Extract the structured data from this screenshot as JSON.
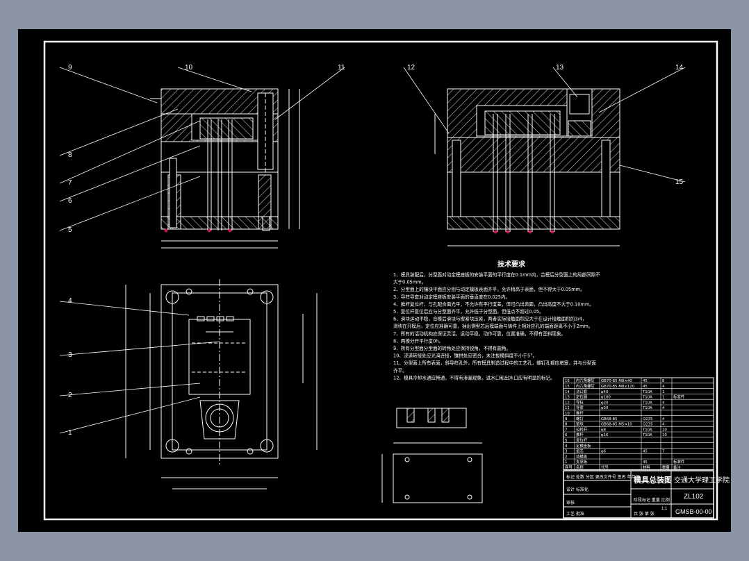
{
  "drawing": {
    "callouts_front": [
      "9",
      "10",
      "11",
      "8",
      "7",
      "6",
      "5"
    ],
    "callouts_side": [
      "12",
      "13",
      "14",
      "15"
    ],
    "callouts_top": [
      "4",
      "3",
      "2",
      "1"
    ],
    "tech_title": "技术要求",
    "tech_lines": [
      "1、模具装配后，分型面对动定模座板的安装平面的平行度在0.1mm内，合模后分型面上的局部间隙不",
      "大于0.05mm。",
      "2、分型面上的镶块平面应分别与动定模板表面齐平，允许稍高于表面，但不得大于0.05mm。",
      "3、导柱导套对动定模座板安装平面的垂直度在0.025内。",
      "4、推杆复位杆，与孔配合面光平，不允许有平行度差，但可凸出表面，凸出高度不大于0.10mm。",
      "5、复位杆复位后应与分型面齐平，允许低于分型面，但低点不超过0.05。",
      "6、滑块运动平稳，合模后滑块与楔紧块压紧，两者实际接触面积应大于在设计接触面积的3/4，",
      "滑块在开模后，定位应准确可靠，抽出侧型芯后模端面与铸件上相对应孔的端面距离不小于2mm。",
      "7、所有的活动机构应保证灵活，运动平稳，动作可靠，位置准确，不得有歪斜现象。",
      "8、两模分开平行度0h。",
      "9、所有分型面分型面的转角处应保持锐角，不得有圆角。",
      "10、浇道转接处应光滑连接，镶拼处应密合，未注拔模斜度不小于5°。",
      "11、分型面上所有表面，斜导柱孔外，所有模具制造过程中的工艺孔，螺钉孔都应堵塞，并与分型面",
      "齐平。",
      "12、模具冷却水通应畅通，不得有渗漏现象，进水口和出水口应有明显的标记。"
    ],
    "title_block": {
      "drawing_name": "模具总装图",
      "school": "交通大学理工学院",
      "code": "ZL102",
      "number": "GMSB-00-00",
      "row_a": "标记 处数 分区 更改文件号 签名 年月日",
      "row_b": "设计 标准化",
      "row_c": "阶段标记 重量 比例",
      "row_d": "共 张 第 张",
      "scale": "1:1",
      "row_e": "审核",
      "row_f": "工艺 批准"
    },
    "bom_rows": [
      [
        "16",
        "内六角螺钉",
        "GB70-85 M8×40",
        "45",
        "8",
        ""
      ],
      [
        "15",
        "内六角螺钉",
        "GB70-85 M8×120",
        "45",
        "4",
        ""
      ],
      [
        "14",
        "浇口套",
        "φ40",
        "T10A",
        "1",
        ""
      ],
      [
        "13",
        "定位圈",
        "φ100",
        "T10A",
        "1",
        "标准件"
      ],
      [
        "12",
        "导柱",
        "φ30",
        "T10A",
        "4",
        ""
      ],
      [
        "11",
        "导套",
        "φ30",
        "T10A",
        "4",
        ""
      ],
      [
        "10",
        "推杆",
        "",
        "",
        "",
        ""
      ],
      [
        "9",
        "螺钉",
        "GB68-85",
        "Q235",
        "4",
        ""
      ],
      [
        "8",
        "垫块",
        "GB68-85 M5×10",
        "Q235",
        "4",
        ""
      ],
      [
        "7",
        "拉料杆",
        "φ8",
        "T10A",
        "10",
        ""
      ],
      [
        "6",
        "推杆",
        "φ16",
        "T10A",
        "10",
        ""
      ],
      [
        "5",
        "复位杆",
        "",
        "",
        "",
        ""
      ],
      [
        "4",
        "定模座板",
        "",
        "",
        "",
        ""
      ],
      [
        "3",
        "型芯",
        "φ6",
        "45",
        "7",
        ""
      ],
      [
        "2",
        "动模板",
        "",
        "",
        "",
        ""
      ],
      [
        "1",
        "支承板",
        "",
        "45",
        "",
        "标准件"
      ],
      [
        "序号",
        "名称",
        "代号",
        "材料",
        "数量",
        "备注"
      ]
    ]
  }
}
